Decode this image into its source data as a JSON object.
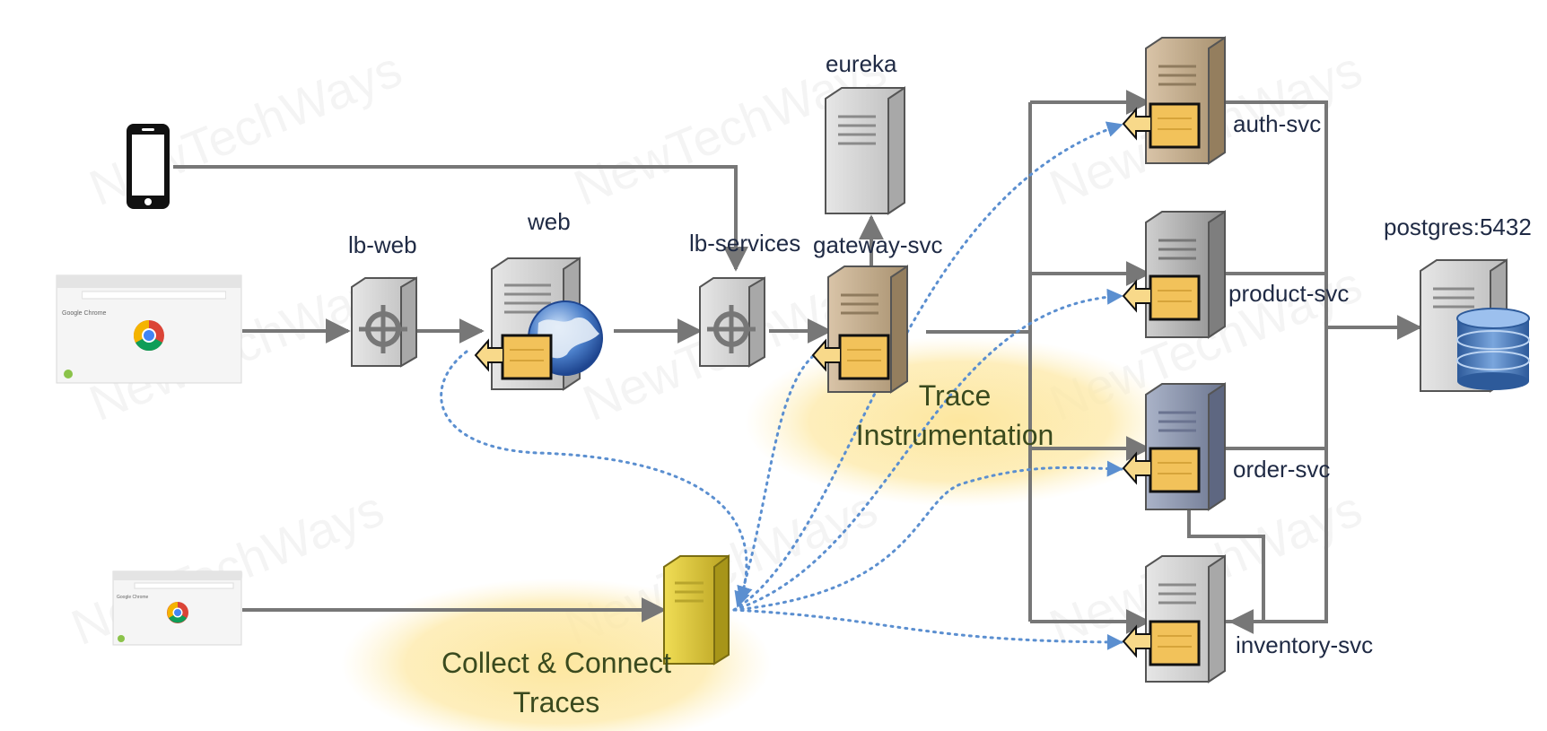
{
  "labels": {
    "eureka": "eureka",
    "lb_web": "lb-web",
    "web": "web",
    "lb_services": "lb-services",
    "gateway_svc": "gateway-svc",
    "auth_svc": "auth-svc",
    "product_svc": "product-svc",
    "order_svc": "order-svc",
    "inventory_svc": "inventory-svc",
    "postgres": "postgres:5432"
  },
  "notes": {
    "trace_line1": "Trace",
    "trace_line2": "Instrumentation",
    "collect_line1": "Collect & Connect",
    "collect_line2": "Traces"
  },
  "browser": {
    "brand": "Google Chrome"
  },
  "watermark": "NewTechWays",
  "colors": {
    "arrow": "#777777",
    "trace": "#5b8fd0",
    "highlight": "#fde9a6",
    "tracer_box": "#f2c25a",
    "collector": "#d8c23a",
    "label": "#1f2a44"
  },
  "icons": {
    "mobile": "smartphone-icon",
    "browser": "chrome-browser-icon",
    "load_balancer": "load-balancer-server-icon",
    "server": "server-icon",
    "globe": "globe-icon",
    "database": "database-icon",
    "tracer": "trace-agent-icon"
  }
}
